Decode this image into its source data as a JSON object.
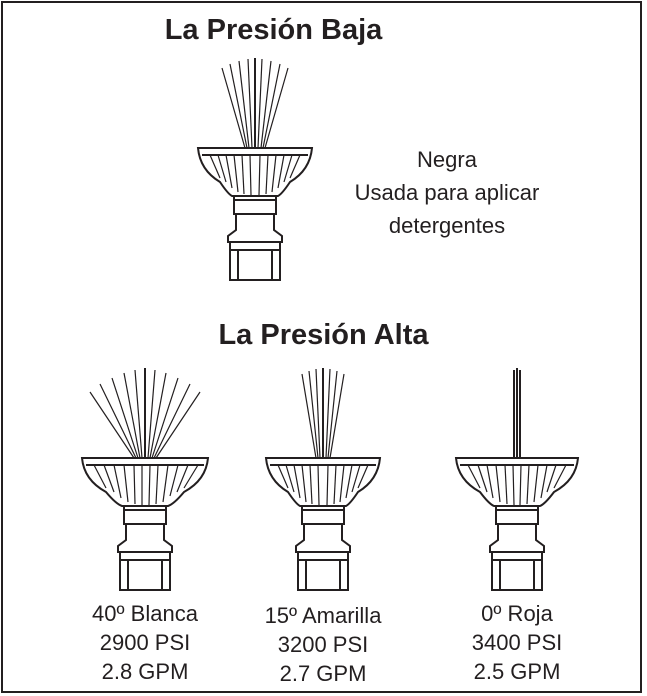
{
  "low_pressure": {
    "title": "La Presión Baja",
    "nozzle": {
      "icon": "black-nozzle-icon",
      "color_name": "Negra",
      "use_line1": "Usada para aplicar",
      "use_line2": "detergentes"
    }
  },
  "high_pressure": {
    "title": "La Presión Alta",
    "nozzles": [
      {
        "icon": "white-40-degree-nozzle-icon",
        "label": "40º Blanca",
        "psi": "2900 PSI",
        "gpm": "2.8 GPM"
      },
      {
        "icon": "yellow-15-degree-nozzle-icon",
        "label": "15º Amarilla",
        "psi": "3200 PSI",
        "gpm": "2.7 GPM"
      },
      {
        "icon": "red-0-degree-nozzle-icon",
        "label": "0º Roja",
        "psi": "3400 PSI",
        "gpm": "2.5 GPM"
      }
    ]
  }
}
